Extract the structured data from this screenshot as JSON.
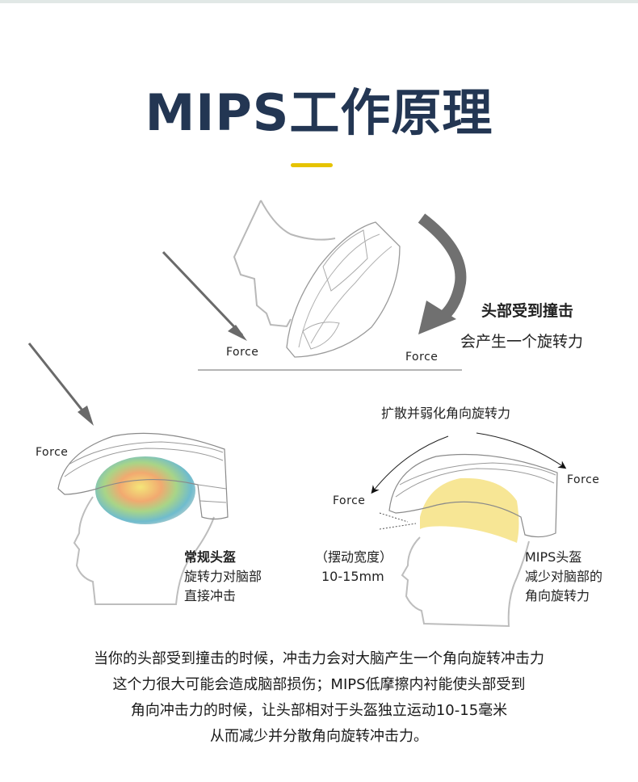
{
  "header": {
    "title": "MIPS工作原理",
    "accent_color": "#e6c300",
    "title_color": "#233653"
  },
  "top_diagram": {
    "force_left": "Force",
    "force_right": "Force",
    "caption_bold": "头部受到撞击",
    "caption": "会产生一个旋转力"
  },
  "left_diagram": {
    "force": "Force",
    "caption_lines": [
      "常规头盔",
      "旋转力对脑部",
      "直接冲击"
    ]
  },
  "right_diagram": {
    "top_caption": "扩散并弱化角向旋转力",
    "force_left": "Force",
    "force_right": "Force",
    "swing_label": "（摆动宽度）",
    "swing_value": "10-15mm",
    "caption_lines": [
      "MIPS头盔",
      "减少对脑部的",
      "角向旋转力"
    ]
  },
  "description": {
    "lines": [
      "当你的头部受到撞击的时候，冲击力会对大脑产生一个角向旋转冲击力",
      "这个力很大可能会造成脑部损伤；MIPS低摩擦内衬能使头部受到",
      "角向冲击力的时候，让头部相对于头盔独立运动10-15毫米",
      "从而减少并分散角向旋转冲击力。"
    ]
  }
}
